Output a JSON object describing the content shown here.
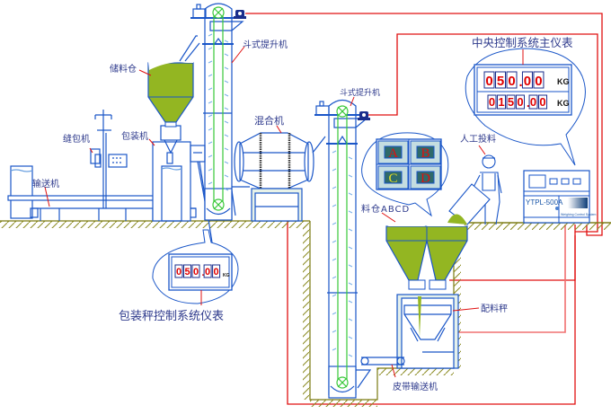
{
  "diagram": {
    "title": "自动配料包装系统流程图",
    "labels": {
      "storage_bin": "储料仓",
      "bucket_elevator_1": "斗式提升机",
      "bucket_elevator_2": "斗式提升机",
      "mixer": "混合机",
      "sewing_machine": "缝包机",
      "packing_machine": "包装机",
      "conveyor": "输送机",
      "bins_abcd": "料仓ABCD",
      "manual_feeding": "人工投料",
      "central_meter_title": "中央控制系统主仪表",
      "batching_scale": "配料秤",
      "belt_conveyor": "皮带输送机",
      "packing_meter_title": "包装秤控制系统仪表"
    },
    "central_meter": {
      "row1_digits": [
        "0",
        "5",
        "0",
        ".",
        "0",
        "0"
      ],
      "row1_unit": "KG",
      "row2_digits": [
        "0",
        "1",
        "5",
        "0",
        ".",
        "0",
        "0"
      ],
      "row2_unit": "KG"
    },
    "packing_meter": {
      "digits": [
        "0",
        "5",
        "0",
        ".",
        "0",
        "0"
      ],
      "unit": "KG"
    },
    "bins": [
      "A",
      "B",
      "C",
      "D"
    ],
    "controller": {
      "model": "YTPL-500A",
      "small_text": "Weighing Control System"
    },
    "colors": {
      "line_blue": "#1a56c8",
      "signal_red": "#e01010",
      "material_green": "#93b622",
      "ground_olive": "#7a7a10",
      "elevator_chain_green": "#38c838",
      "label_text": "#2e3a8c",
      "meter_digit": "#e00000",
      "bin_letter_c": "#e8e020"
    }
  }
}
